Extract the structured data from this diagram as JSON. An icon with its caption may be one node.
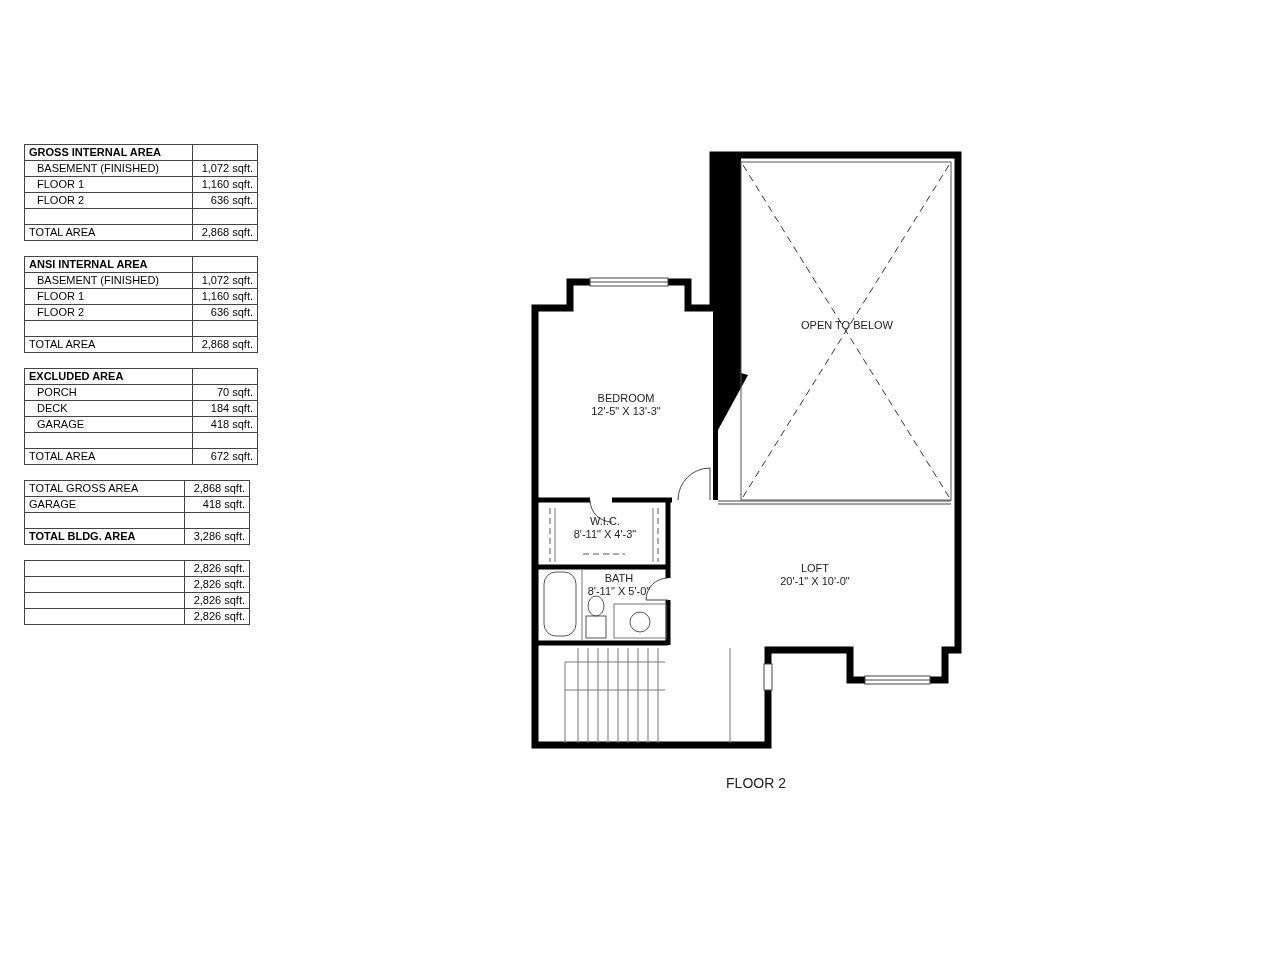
{
  "diagram": {
    "caption": "FLOOR 2",
    "nodes": [
      {
        "text": [
          "BEDROOM",
          "12'-5\" X 13'-3\""
        ]
      },
      {
        "text": [
          "OPEN TO BELOW"
        ]
      },
      {
        "text": [
          "W.I.C.",
          "8'-11\" X 4'-3\""
        ]
      },
      {
        "text": [
          "BATH",
          "8'-11\" X 5'-0\""
        ]
      },
      {
        "text": [
          "LOFT",
          "20'-1\" X 10'-0\""
        ]
      }
    ],
    "labels": [
      "GROSS INTERNAL AREA",
      "BASEMENT (FINISHED)",
      "1,072 sqft.",
      "FLOOR 1",
      "1,160 sqft.",
      "FLOOR 2",
      "636 sqft.",
      "TOTAL AREA",
      "2,868 sqft.",
      "ANSI INTERNAL AREA",
      "BASEMENT (FINISHED)",
      "1,072 sqft.",
      "FLOOR 1",
      "1,160 sqft.",
      "FLOOR 2",
      "636 sqft.",
      "TOTAL AREA",
      "2,868 sqft.",
      "EXCLUDED AREA",
      "PORCH",
      "70 sqft.",
      "DECK",
      "184 sqft.",
      "GARAGE",
      "418 sqft.",
      "TOTAL AREA",
      "672 sqft.",
      "TOTAL GROSS AREA",
      "2,868 sqft.",
      "GARAGE",
      "418 sqft.",
      "TOTAL BLDG. AREA",
      "3,286 sqft.",
      "2,826 sqft.",
      "2,826 sqft.",
      "2,826 sqft.",
      "2,826 sqft."
    ]
  }
}
